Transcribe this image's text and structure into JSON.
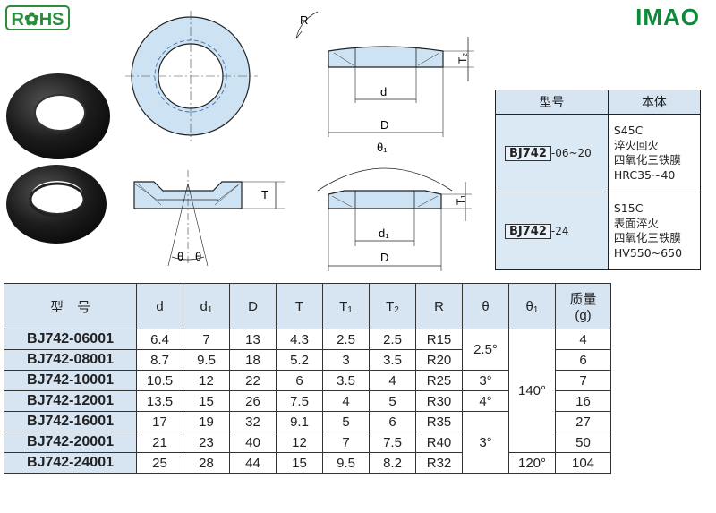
{
  "brand": {
    "rohs": "R✿HS",
    "logo": "IMAO"
  },
  "drawing_labels": {
    "R": "R",
    "T2": "T₂",
    "d": "d",
    "D": "D",
    "theta1": "θ₁",
    "T1": "T₁",
    "d1": "d₁",
    "D_bottom": "D",
    "T": "T",
    "theta": "θ"
  },
  "spec": {
    "headers": [
      "型号",
      "本体"
    ],
    "rows": [
      {
        "badge": "BJ742",
        "suffix": "-06~20",
        "material": [
          "S45C",
          "淬火回火",
          "四氧化三铁膜",
          "HRC35~40"
        ]
      },
      {
        "badge": "BJ742",
        "suffix": "-24",
        "material": [
          "S15C",
          "表面淬火",
          "四氧化三铁膜",
          "HV550~650"
        ]
      }
    ]
  },
  "table": {
    "headers": {
      "model": "型　号",
      "d": "d",
      "d1": "d",
      "d1_sub": "1",
      "D": "D",
      "T": "T",
      "T1": "T",
      "T1_sub": "1",
      "T2": "T",
      "T2_sub": "2",
      "R": "R",
      "theta": "θ",
      "theta1": "θ",
      "theta1_sub": "1",
      "mass": "质量",
      "mass_unit": "(g)"
    },
    "rows": [
      [
        "BJ742-06001",
        "6.4",
        "7",
        "13",
        "4.3",
        "2.5",
        "2.5",
        "R15",
        "4"
      ],
      [
        "BJ742-08001",
        "8.7",
        "9.5",
        "18",
        "5.2",
        "3",
        "3.5",
        "R20",
        "6"
      ],
      [
        "BJ742-10001",
        "10.5",
        "12",
        "22",
        "6",
        "3.5",
        "4",
        "R25",
        "7"
      ],
      [
        "BJ742-12001",
        "13.5",
        "15",
        "26",
        "7.5",
        "4",
        "5",
        "R30",
        "16"
      ],
      [
        "BJ742-16001",
        "17",
        "19",
        "32",
        "9.1",
        "5",
        "6",
        "R35",
        "27"
      ],
      [
        "BJ742-20001",
        "21",
        "23",
        "40",
        "12",
        "7",
        "7.5",
        "R40",
        "50"
      ],
      [
        "BJ742-24001",
        "25",
        "28",
        "44",
        "15",
        "9.5",
        "8.2",
        "R32",
        "104"
      ]
    ],
    "theta_groups": [
      "2.5°",
      "3°",
      "4°",
      "3°"
    ],
    "theta1_groups": [
      "140°",
      "120°"
    ]
  }
}
